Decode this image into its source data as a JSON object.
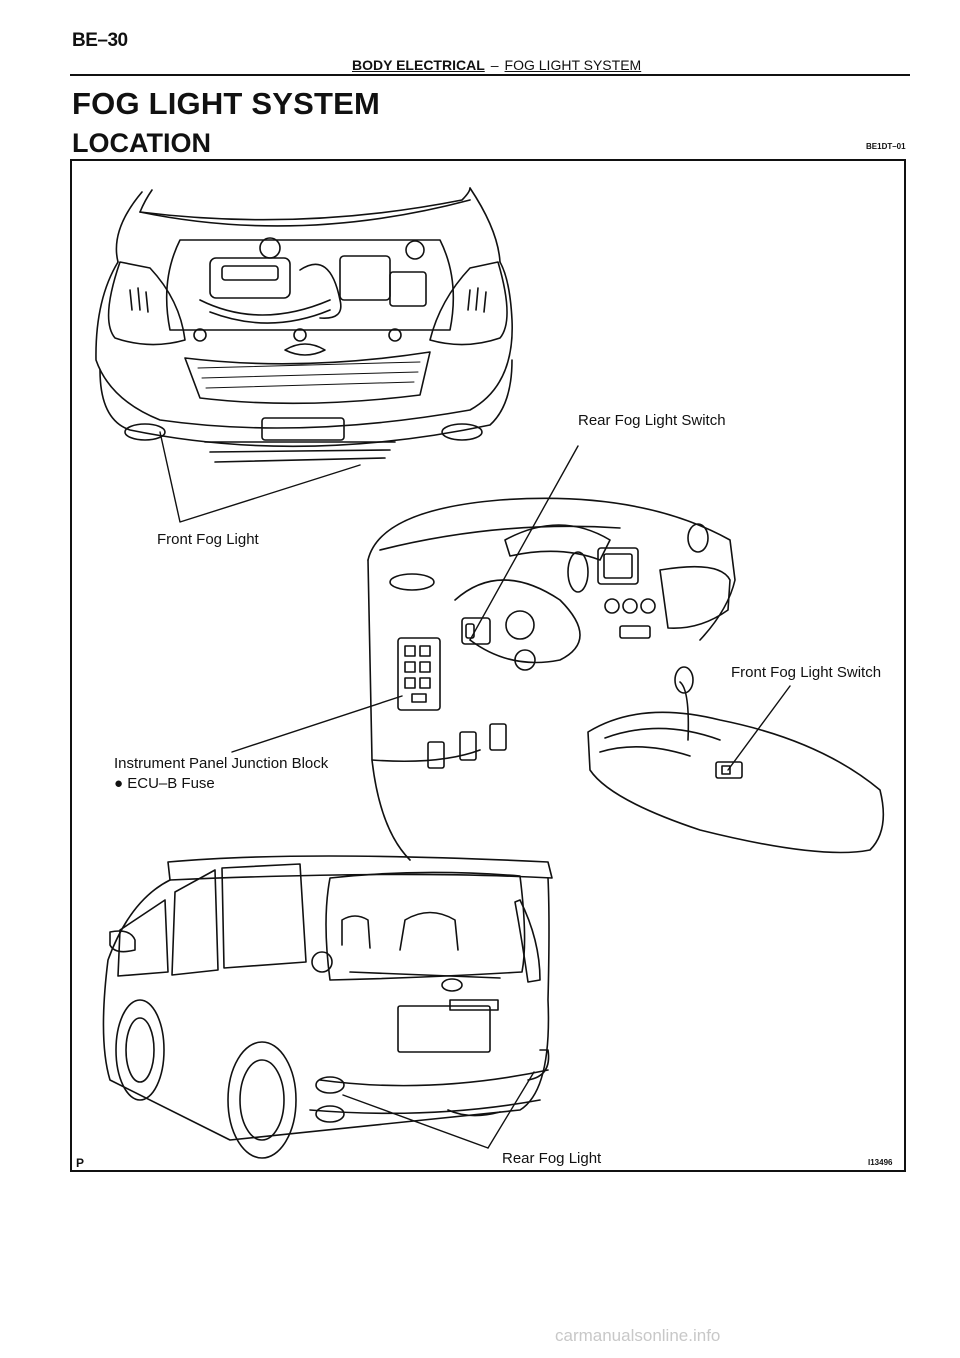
{
  "header": {
    "page_number": "BE–30",
    "section": "BODY ELECTRICAL",
    "separator": "–",
    "subsection": "FOG LIGHT SYSTEM"
  },
  "main_title": "FOG LIGHT SYSTEM",
  "section_title": "LOCATION",
  "ref_code": "BE1DT–01",
  "figure": {
    "labels": {
      "rear_fog_light_switch": "Rear Fog Light Switch",
      "front_fog_light": "Front Fog Light",
      "front_fog_light_switch": "Front Fog Light Switch",
      "junction_block": "Instrument Panel Junction Block",
      "ecu_b_fuse": "● ECU–B Fuse",
      "rear_fog_light": "Rear Fog Light"
    },
    "corner_letter": "P",
    "figure_code": "I13496"
  },
  "watermark": "carmanualsonline.info"
}
